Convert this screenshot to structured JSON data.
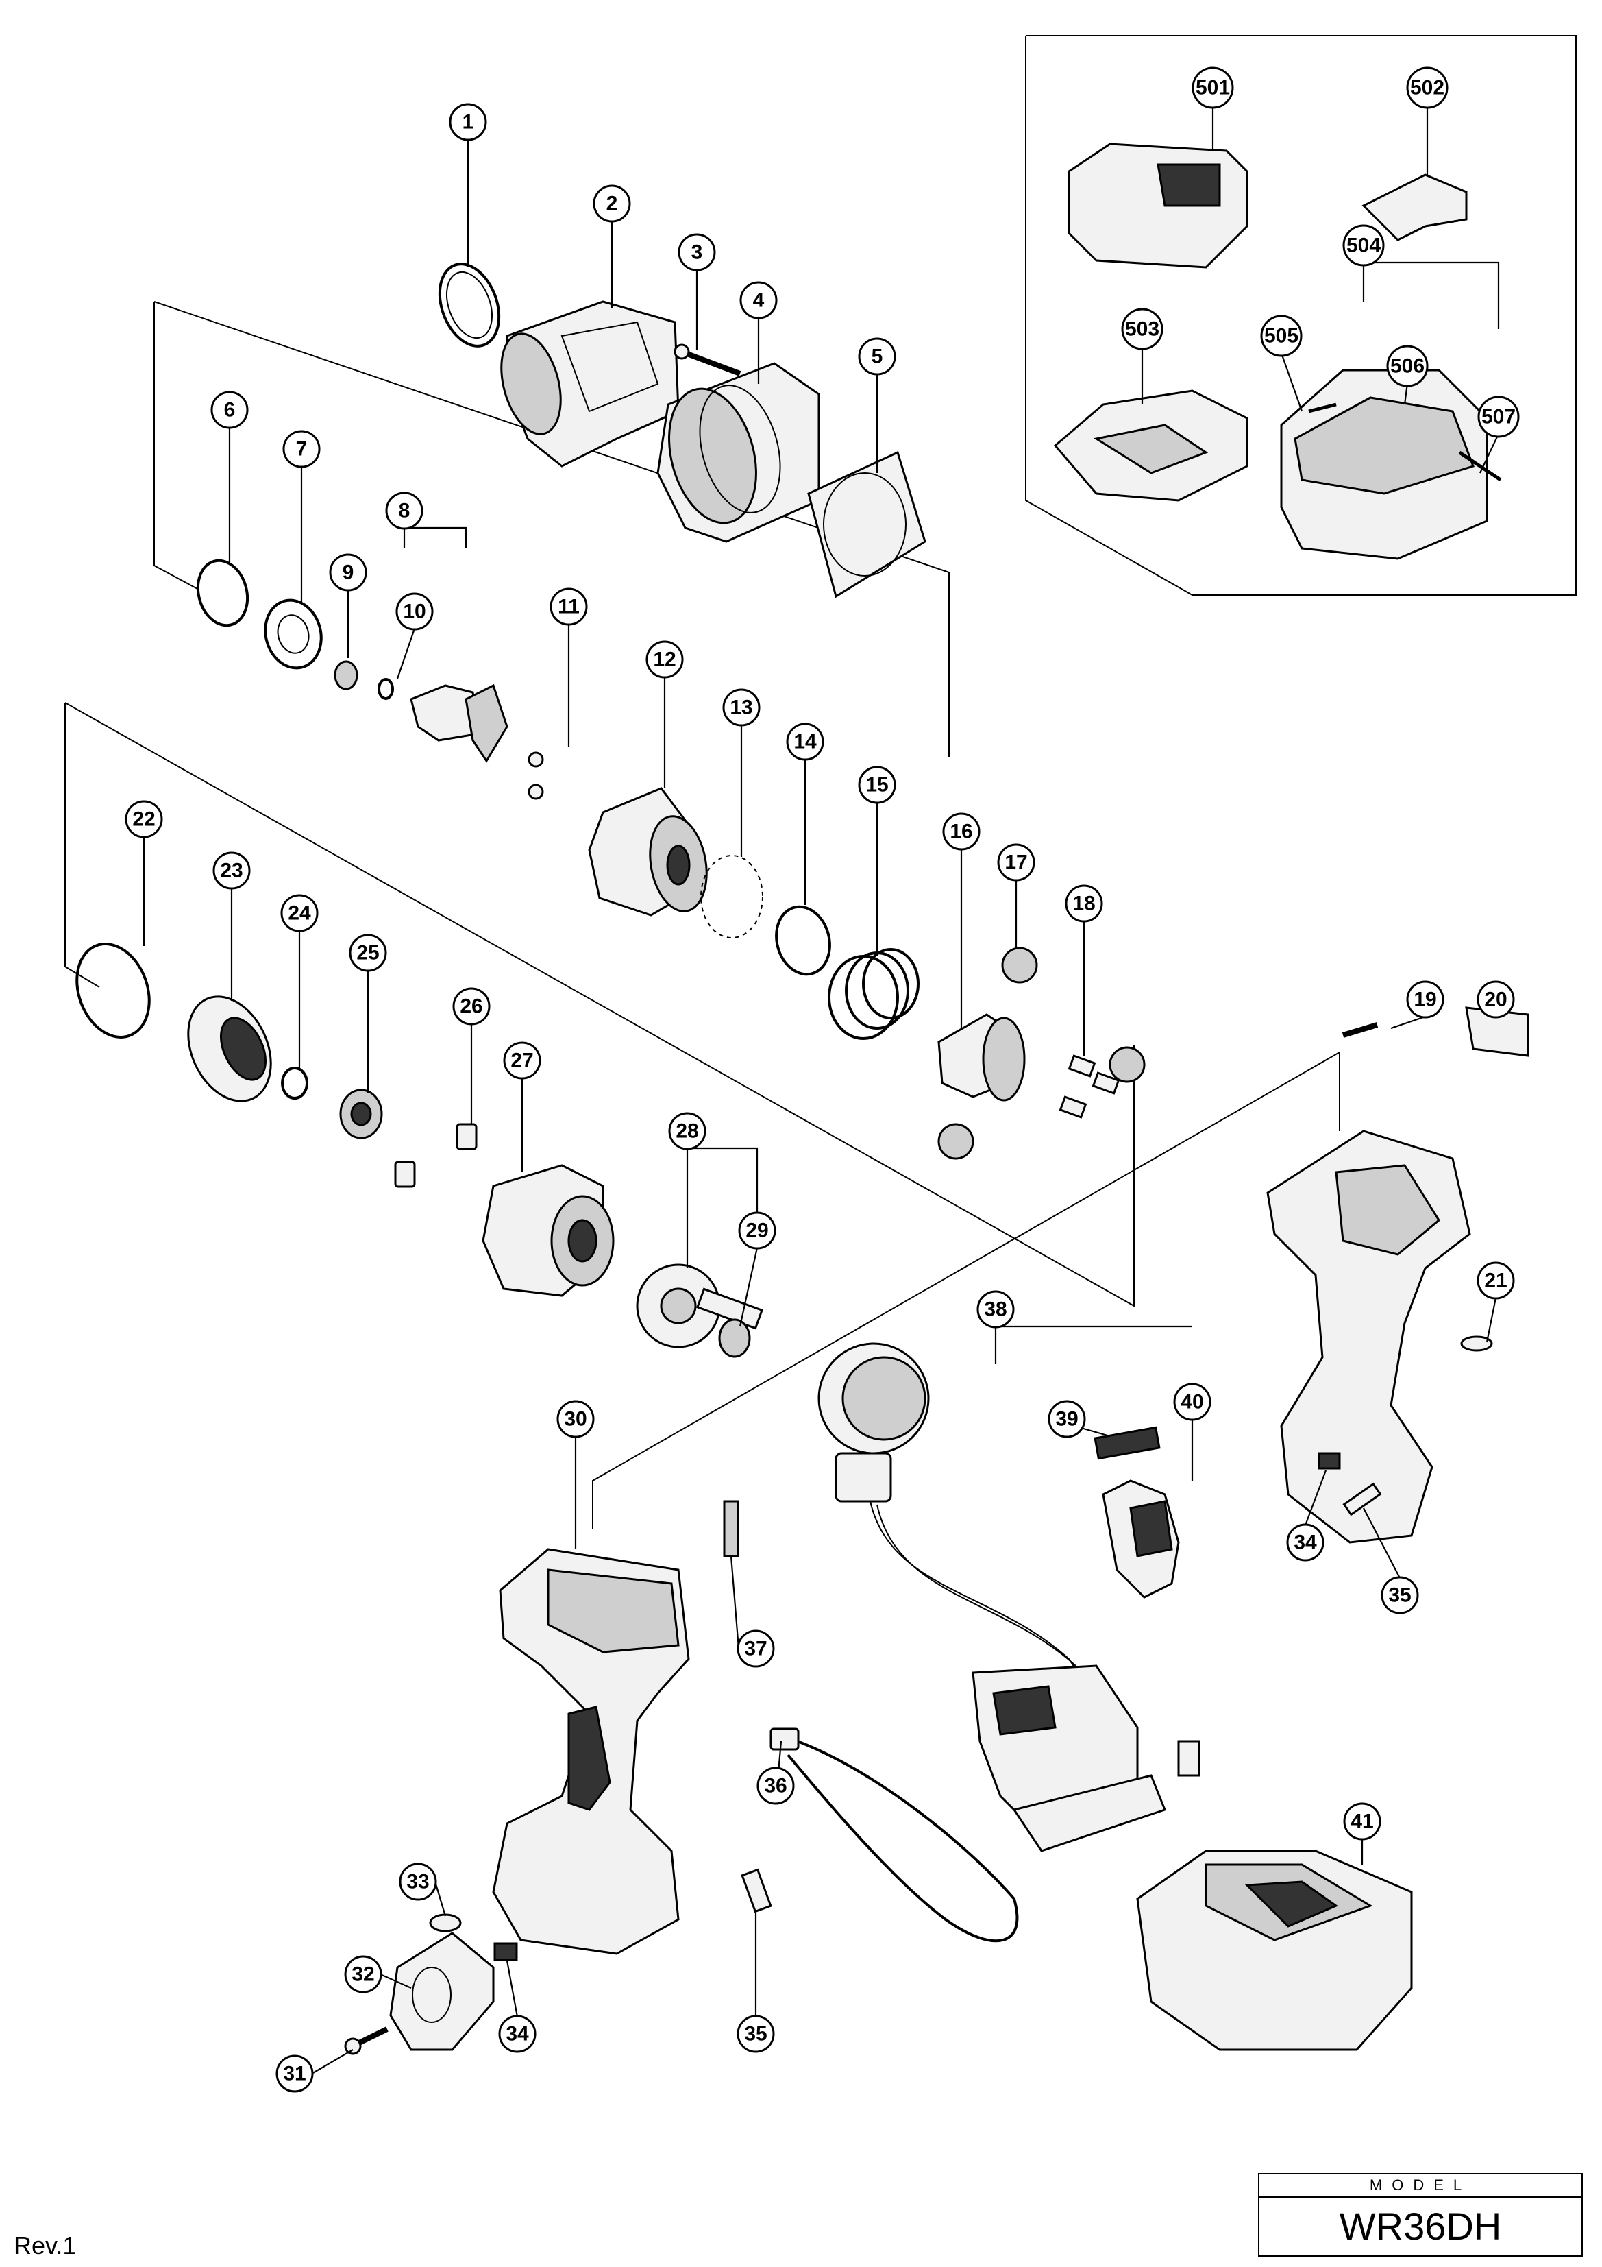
{
  "labels": [
    "1",
    "2",
    "3",
    "4",
    "5",
    "6",
    "7",
    "8",
    "9",
    "10",
    "11",
    "12",
    "13",
    "14",
    "15",
    "16",
    "17",
    "18",
    "19",
    "20",
    "21",
    "22",
    "23",
    "24",
    "25",
    "26",
    "27",
    "28",
    "29",
    "30",
    "31",
    "32",
    "33",
    "34",
    "34",
    "35",
    "35",
    "36",
    "37",
    "38",
    "39",
    "40",
    "41",
    "501",
    "502",
    "503",
    "504",
    "505",
    "506",
    "507"
  ],
  "footer": {
    "revision": "Rev.1",
    "model_label": "MODEL",
    "model_name": "WR36DH"
  }
}
